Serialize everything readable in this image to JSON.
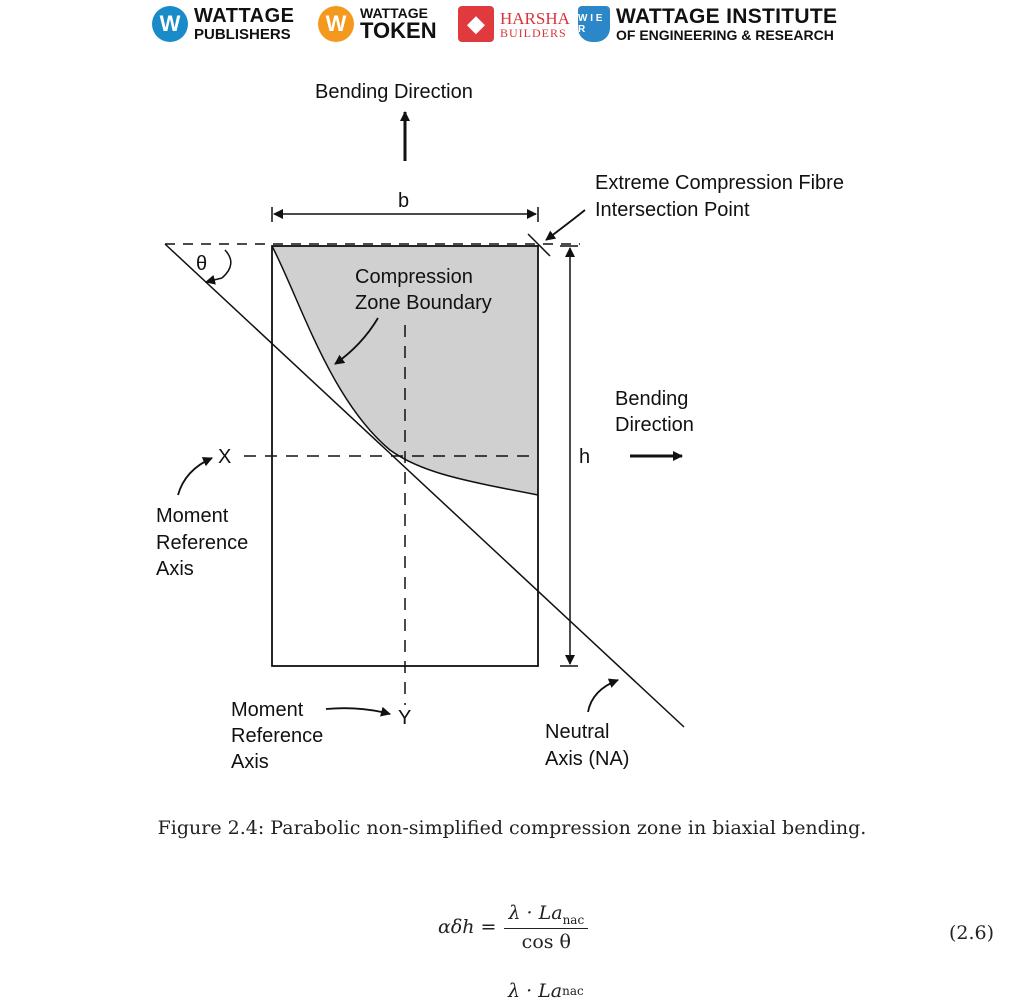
{
  "header_logos": [
    {
      "name": "wattage-publishers",
      "mark": "W",
      "line1": "WATTAGE",
      "line2": "PUBLISHERS",
      "color": "#1a8bc9"
    },
    {
      "name": "wattage-token",
      "mark": "W",
      "line1": "WATTAGE",
      "line2": "TOKEN",
      "color": "#f39a1e"
    },
    {
      "name": "harsha-builders",
      "mark": "◆",
      "line1": "HARSHA",
      "line2": "BUILDERS",
      "color": "#e0393e"
    },
    {
      "name": "wattage-institute",
      "mark": "W I E R",
      "line1": "WATTAGE INSTITUTE",
      "line2": "OF ENGINEERING & RESEARCH",
      "color": "#2b87c8"
    }
  ],
  "figure": {
    "labels": {
      "bending_direction_top": "Bending Direction",
      "b": "b",
      "extreme_fibre_1": "Extreme Compression Fibre",
      "extreme_fibre_2": "Intersection Point",
      "theta": "θ",
      "compression_zone_1": "Compression",
      "compression_zone_2": "Zone Boundary",
      "bending_direction_right_1": "Bending",
      "bending_direction_right_2": "Direction",
      "h": "h",
      "x_axis": "X",
      "moment_ref_left_1": "Moment",
      "moment_ref_left_2": "Reference",
      "moment_ref_left_3": "Axis",
      "moment_ref_bottom_1": "Moment",
      "moment_ref_bottom_2": "Reference",
      "moment_ref_bottom_3": "Axis",
      "y_axis": "Y",
      "neutral_axis_1": "Neutral",
      "neutral_axis_2": "Axis (NA)"
    },
    "zone_fill": "#d0d0d0"
  },
  "caption": "Figure 2.4: Parabolic non-simplified compression zone in biaxial bending.",
  "equation": {
    "lhs": "αδh =",
    "numerator": "λ · La",
    "numerator_sub": "nac",
    "denominator": "cos θ",
    "number": "(2.6)",
    "next_numerator": "λ · La",
    "next_numerator_sub": "nac"
  }
}
